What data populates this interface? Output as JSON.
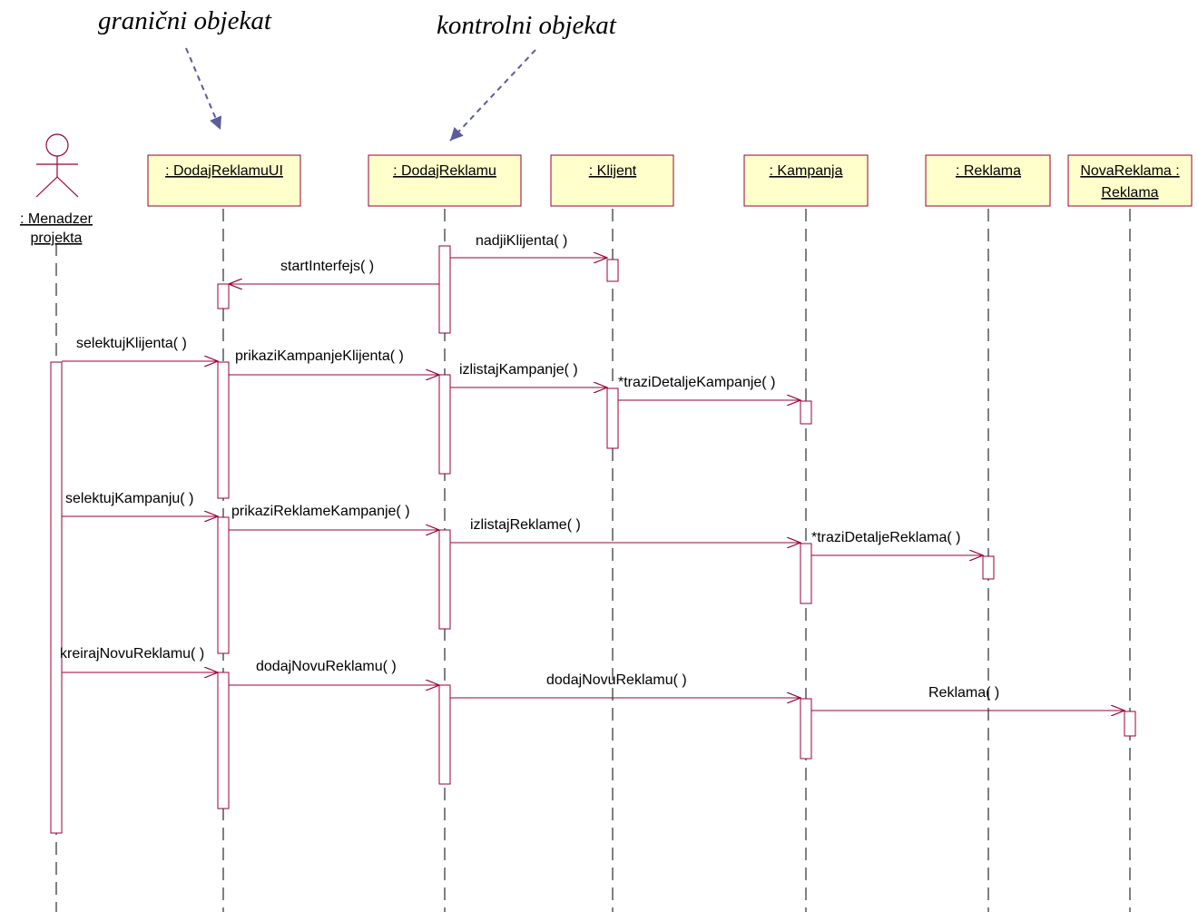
{
  "annotations": {
    "boundary": "granični objekat",
    "control": "kontrolni objekat"
  },
  "actor": {
    "line1": ": Menadzer",
    "line2": "projekta"
  },
  "objects": {
    "ui": ": DodajReklamuUI",
    "ctrl": ": DodajReklamu",
    "klijent": ": Klijent",
    "kampanja": ": Kampanja",
    "reklama": ": Reklama",
    "nova_line1": "NovaReklama :",
    "nova_line2": "Reklama"
  },
  "messages": {
    "m1": "nadjiKlijenta( )",
    "m2": "startInterfejs( )",
    "m3": "selektujKlijenta( )",
    "m4": "prikaziKampanjeKlijenta( )",
    "m5": "izlistajKampanje( )",
    "m6": "*traziDetaljeKampanje( )",
    "m7": "selektujKampanju( )",
    "m8": "prikaziReklameKampanje( )",
    "m9": "izlistajReklame( )",
    "m10": "*traziDetaljeReklama( )",
    "m11": "kreirajNovuReklamu( )",
    "m12": "dodajNovuReklamu( )",
    "m13": "dodajNovuReklamu( )",
    "m14": "Reklama( )"
  },
  "colors": {
    "object_fill": "#ffffcc",
    "object_border": "#990033",
    "message_line": "#990033",
    "note_arrow": "#5c5c9c"
  }
}
